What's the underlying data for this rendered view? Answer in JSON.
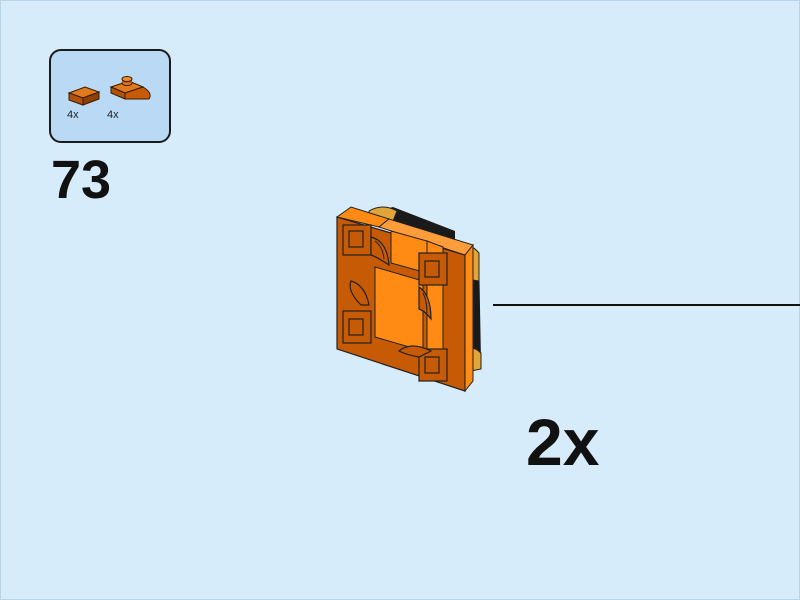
{
  "step": {
    "number": "73",
    "multiplier": "2x"
  },
  "parts_list": [
    {
      "icon": "tile-1x1-icon",
      "count": "4x"
    },
    {
      "icon": "plate-with-tooth-icon",
      "count": "4x"
    }
  ],
  "colors": {
    "background": "#d6ecfb",
    "parts_box": "#b9d9f5",
    "dark_orange": "#c65a05",
    "orange": "#ff8a14",
    "tan": "#e0a63a",
    "black": "#1a1a1a"
  }
}
